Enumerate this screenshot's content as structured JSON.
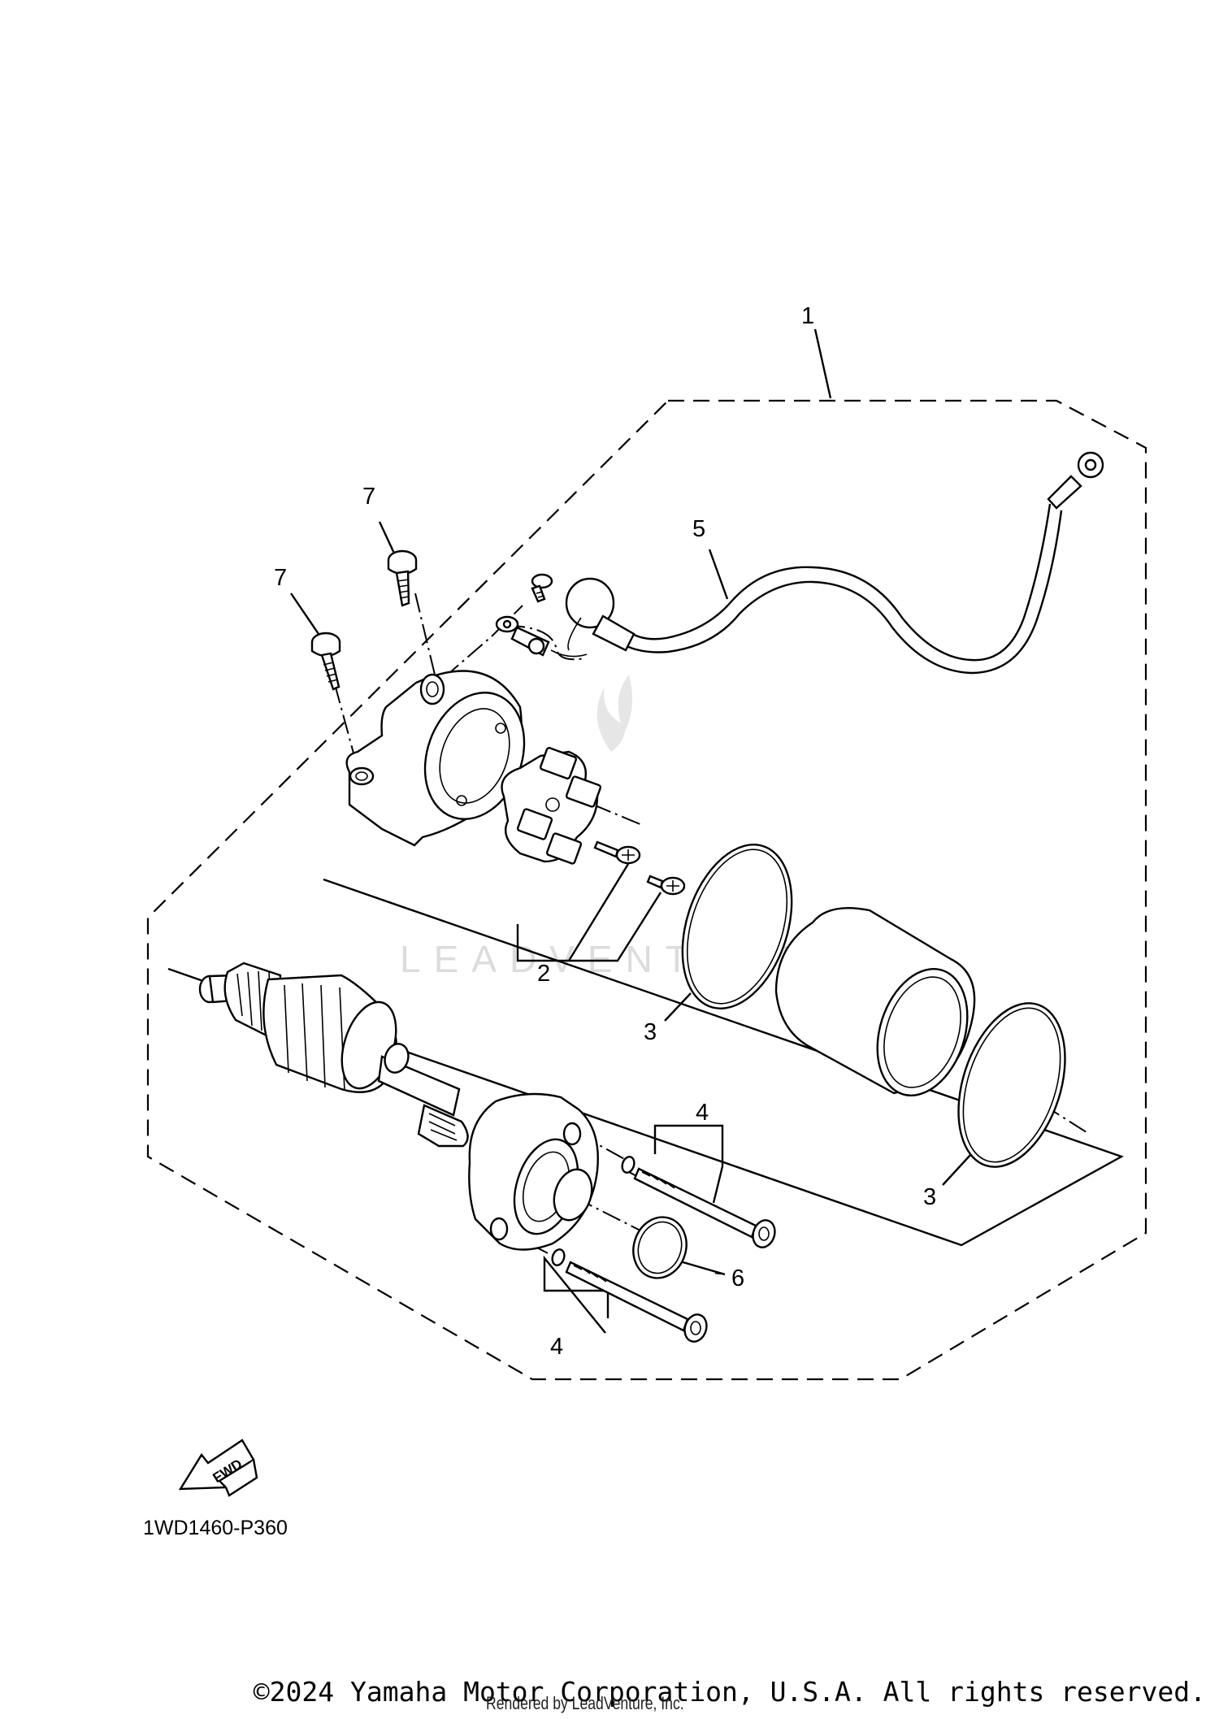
{
  "callouts": {
    "c1": "1",
    "c2": "2",
    "c3a": "3",
    "c3b": "3",
    "c4a": "4",
    "c4b": "4",
    "c5": "5",
    "c6": "6",
    "c7a": "7",
    "c7b": "7"
  },
  "fwd_label": "FWD",
  "diagram_code": "1WD1460-P360",
  "copyright": "©2024 Yamaha Motor Corporation, U.S.A. All rights reserved.",
  "rendered_by": "Rendered by LeadVenture, Inc.",
  "watermark": "LEADVENTURE"
}
